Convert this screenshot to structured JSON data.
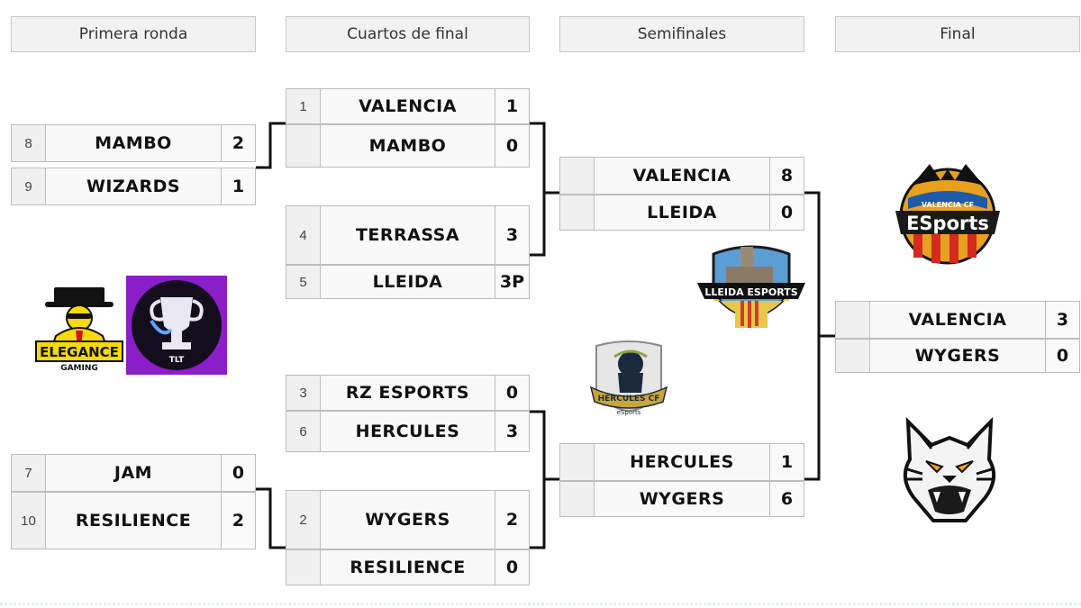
{
  "headers": [
    "Primera ronda",
    "Cuartos de final",
    "Semifinales",
    "Final"
  ],
  "round1": [
    {
      "seed": "8",
      "team": "MAMBO",
      "score": "2"
    },
    {
      "seed": "9",
      "team": "WIZARDS",
      "score": "1"
    },
    {
      "seed": "7",
      "team": "JAM",
      "score": "0"
    },
    {
      "seed": "10",
      "team": "RESILIENCE",
      "score": "2"
    }
  ],
  "quarters": [
    {
      "seed": "1",
      "team": "VALENCIA",
      "score": "1"
    },
    {
      "seed": "",
      "team": "MAMBO",
      "score": "0"
    },
    {
      "seed": "4",
      "team": "TERRASSA",
      "score": "3"
    },
    {
      "seed": "5",
      "team": "LLEIDA",
      "score": "3P"
    },
    {
      "seed": "3",
      "team": "RZ ESPORTS",
      "score": "0"
    },
    {
      "seed": "6",
      "team": "HERCULES",
      "score": "3"
    },
    {
      "seed": "2",
      "team": "WYGERS",
      "score": "2"
    },
    {
      "seed": "",
      "team": "RESILIENCE",
      "score": "0"
    }
  ],
  "semis": [
    {
      "seed": "",
      "team": "VALENCIA",
      "score": "8"
    },
    {
      "seed": "",
      "team": "LLEIDA",
      "score": "0"
    },
    {
      "seed": "",
      "team": "HERCULES",
      "score": "1"
    },
    {
      "seed": "",
      "team": "WYGERS",
      "score": "6"
    }
  ],
  "final": [
    {
      "seed": "",
      "team": "VALENCIA",
      "score": "3"
    },
    {
      "seed": "",
      "team": "WYGERS",
      "score": "0"
    }
  ],
  "logos": {
    "elegance": {
      "text": "ELEGANCE",
      "sub": "GAMING"
    },
    "tlt": {
      "text": "TLT"
    },
    "lleida": {
      "text": "LLEIDA ESPORTS"
    },
    "hercules": {
      "text": "HÉRCULES CF",
      "sub": "eSports"
    },
    "valencia": {
      "top": "VALENCIA CF",
      "text": "ESports"
    },
    "wygers": {
      "icon": "wildcat-head-icon"
    }
  }
}
